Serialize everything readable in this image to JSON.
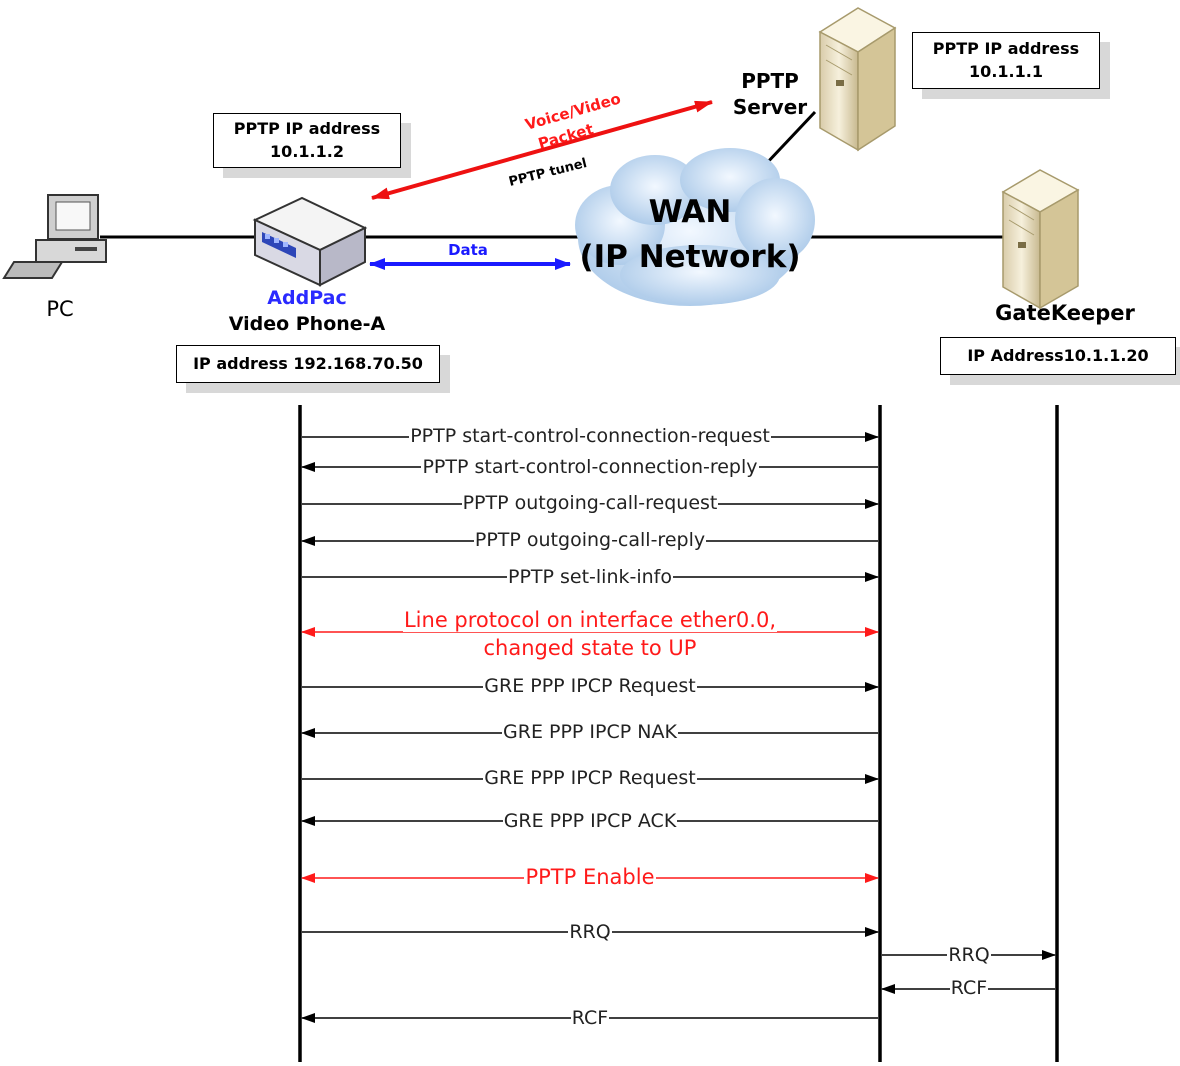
{
  "top": {
    "pptp_server_label": [
      "PPTP",
      "Server"
    ],
    "server_address_box": [
      "PPTP IP address",
      "10.1.1.1"
    ],
    "phone_pptp_box": [
      "PPTP IP address",
      "10.1.1.2"
    ],
    "voice_video_label": [
      "Voice/Video",
      "Packet"
    ],
    "pptp_tunnel_label": "PPTP tunel",
    "data_label": "Data",
    "wan_label": [
      "WAN",
      "(IP Network)"
    ],
    "pc_label": "PC",
    "addpac_label": "AddPac",
    "phone_name_label": "Video Phone-A",
    "phone_ip_box": "IP address 192.168.70.50",
    "gatekeeper_label": "GateKeeper",
    "gatekeeper_ip_box": "IP Address10.1.1.20"
  },
  "sequence": {
    "messages": [
      {
        "text": "PPTP start-control-connection-request",
        "direction": "right",
        "color": "#222222"
      },
      {
        "text": "PPTP start-control-connection-reply",
        "direction": "left",
        "color": "#222222"
      },
      {
        "text": "PPTP outgoing-call-request",
        "direction": "right",
        "color": "#222222"
      },
      {
        "text": "PPTP outgoing-call-reply",
        "direction": "left",
        "color": "#222222"
      },
      {
        "text": "PPTP set-link-info",
        "direction": "right",
        "color": "#222222"
      },
      {
        "text": "Line protocol on interface ether0.0,",
        "text2": "changed state to UP",
        "direction": "both",
        "color": "#ff1a1a"
      },
      {
        "text": "GRE PPP IPCP Request",
        "direction": "right",
        "color": "#222222"
      },
      {
        "text": "GRE PPP IPCP NAK",
        "direction": "left",
        "color": "#222222"
      },
      {
        "text": "GRE PPP IPCP Request",
        "direction": "right",
        "color": "#222222"
      },
      {
        "text": "GRE PPP IPCP ACK",
        "direction": "left",
        "color": "#222222"
      },
      {
        "text": "PPTP Enable",
        "direction": "both",
        "color": "#ff1a1a"
      },
      {
        "text": "RRQ",
        "direction": "right",
        "color": "#222222"
      },
      {
        "text": "RRQ",
        "direction": "right",
        "color": "#222222",
        "span": "server-gatekeeper"
      },
      {
        "text": "RCF",
        "direction": "left",
        "color": "#222222",
        "span": "server-gatekeeper"
      },
      {
        "text": "RCF",
        "direction": "left",
        "color": "#222222"
      }
    ]
  },
  "colors": {
    "tunnel_arrow": "#ee1111",
    "data_arrow": "#1a1aff",
    "addpac_text": "#2a2aff",
    "cloud": "#bcd6ee",
    "server": "#efe6cc"
  }
}
